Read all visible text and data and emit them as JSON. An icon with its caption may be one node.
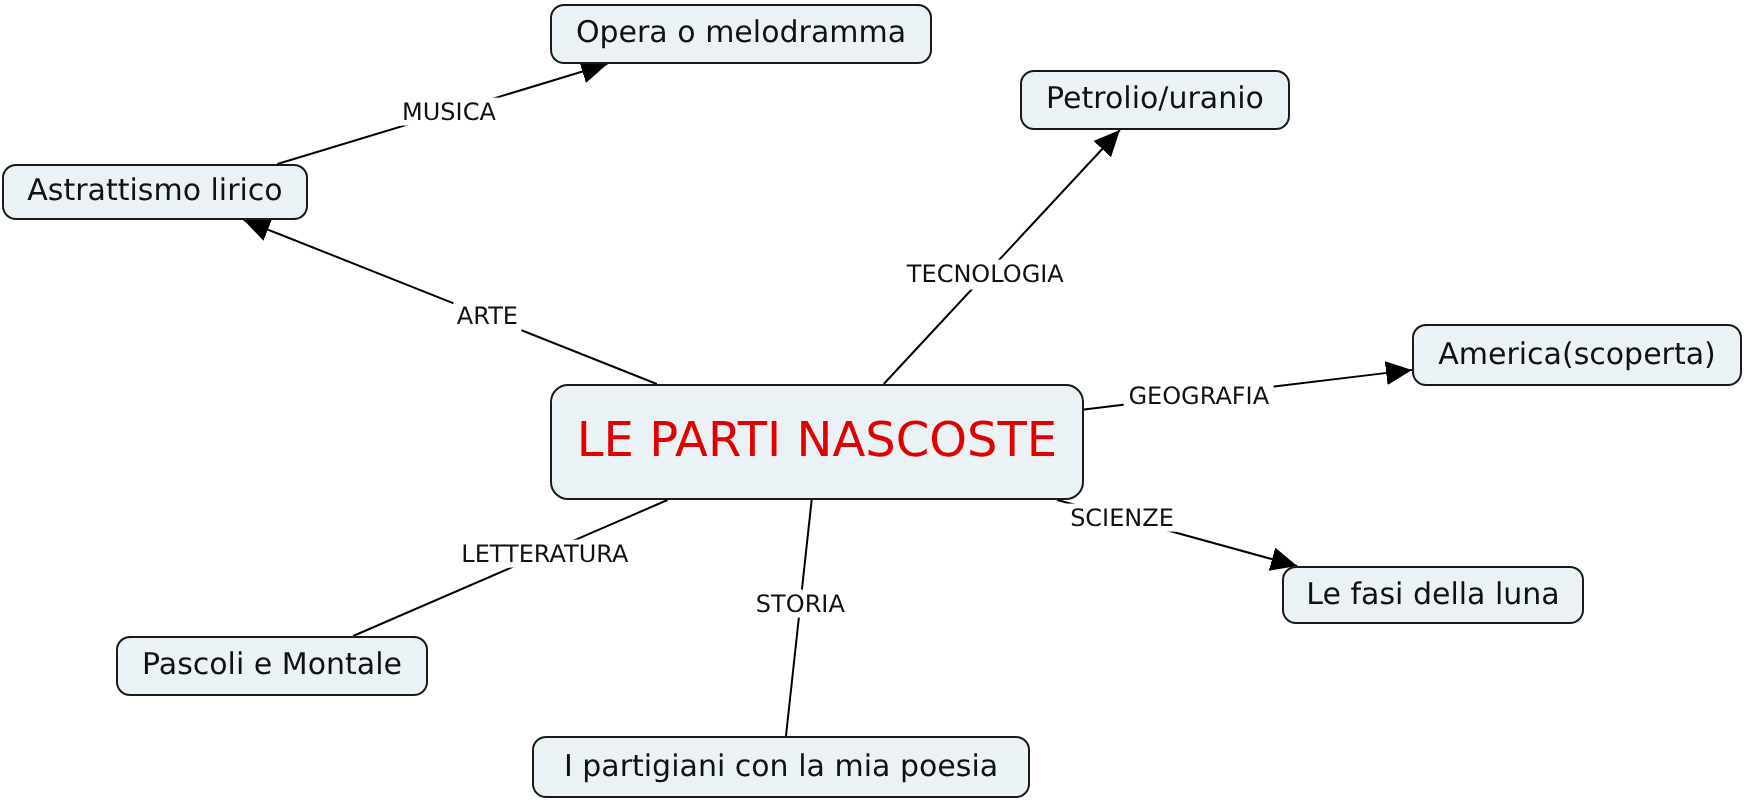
{
  "diagram": {
    "nodes": [
      {
        "text": [
          "LE PARTI NASCOSTE"
        ]
      },
      {
        "text": [
          "Astrattismo lirico"
        ]
      },
      {
        "text": [
          "Opera o melodramma"
        ]
      },
      {
        "text": [
          "Petrolio/uranio"
        ]
      },
      {
        "text": [
          "America(scoperta)"
        ]
      },
      {
        "text": [
          "Le fasi della luna"
        ]
      },
      {
        "text": [
          "Pascoli e Montale"
        ]
      },
      {
        "text": [
          "I partigiani con la mia poesia"
        ]
      }
    ],
    "edges": [
      {
        "from": 0,
        "to": 1,
        "arrow": "to",
        "label": "ARTE"
      },
      {
        "from": 1,
        "to": 2,
        "arrow": "to",
        "label": "MUSICA"
      },
      {
        "from": 0,
        "to": 3,
        "arrow": "to",
        "label": "TECNOLOGIA"
      },
      {
        "from": 0,
        "to": 4,
        "arrow": "to",
        "label": "GEOGRAFIA"
      },
      {
        "from": 0,
        "to": 5,
        "arrow": "to",
        "label": "SCIENZE"
      },
      {
        "from": 0,
        "to": 6,
        "arrow": "none",
        "label": "LETTERATURA"
      },
      {
        "from": 0,
        "to": 7,
        "arrow": "none",
        "label": "STORIA"
      }
    ]
  }
}
